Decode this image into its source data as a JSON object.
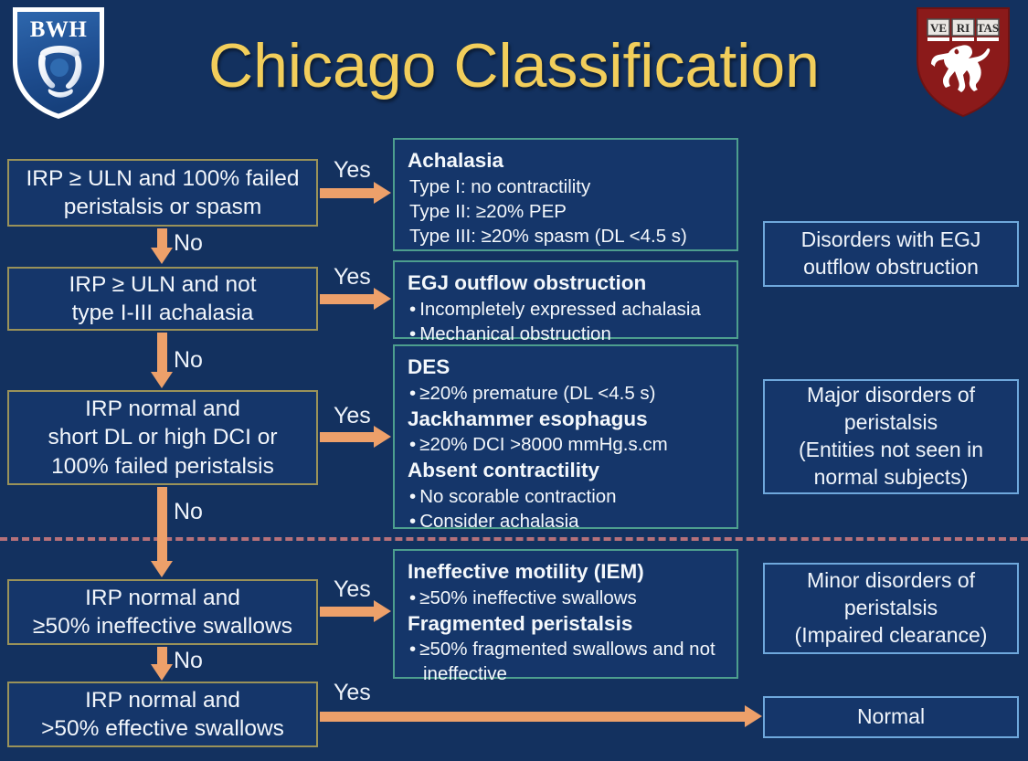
{
  "page": {
    "title": "Chicago Classification",
    "background_color": "#13315f",
    "title_color": "#f2ce5b"
  },
  "logos": {
    "left": {
      "name": "bwh-logo",
      "text": "BWH"
    },
    "right": {
      "name": "harvard-medical-school-shield",
      "motto": [
        "VE",
        "RI",
        "TAS"
      ]
    }
  },
  "decisions": [
    {
      "id": "d1",
      "lines": [
        "IRP ≥ ULN and 100% failed",
        "peristalsis or spasm"
      ]
    },
    {
      "id": "d2",
      "lines": [
        "IRP ≥ ULN and not",
        "type I-III achalasia"
      ]
    },
    {
      "id": "d3",
      "lines": [
        "IRP normal and",
        "short DL or high DCI or",
        "100% failed peristalsis"
      ]
    },
    {
      "id": "d4",
      "lines": [
        "IRP normal and",
        "≥50% ineffective swallows"
      ]
    },
    {
      "id": "d5",
      "lines": [
        "IRP normal and",
        ">50% effective swallows"
      ]
    }
  ],
  "edge_labels": {
    "yes": "Yes",
    "no": "No"
  },
  "details": [
    {
      "id": "achalasia",
      "items": [
        {
          "type": "heading",
          "text": "Achalasia"
        },
        {
          "type": "plain",
          "text": "Type I: no contractility"
        },
        {
          "type": "plain",
          "text": "Type II: ≥20% PEP"
        },
        {
          "type": "plain",
          "text": "Type III: ≥20% spasm (DL <4.5 s)"
        }
      ]
    },
    {
      "id": "egj-outflow-obstruction",
      "items": [
        {
          "type": "heading",
          "text": "EGJ outflow obstruction"
        },
        {
          "type": "bullet",
          "text": "Incompletely expressed achalasia"
        },
        {
          "type": "bullet",
          "text": "Mechanical obstruction"
        }
      ]
    },
    {
      "id": "major-disorders",
      "items": [
        {
          "type": "heading",
          "text": "DES"
        },
        {
          "type": "bullet",
          "text": "≥20% premature (DL <4.5 s)"
        },
        {
          "type": "heading",
          "text": "Jackhammer esophagus"
        },
        {
          "type": "bullet",
          "text": "≥20% DCI >8000 mmHg.s.cm"
        },
        {
          "type": "heading",
          "text": "Absent contractility"
        },
        {
          "type": "bullet",
          "text": "No scorable contraction"
        },
        {
          "type": "bullet",
          "text": "Consider achalasia"
        }
      ]
    },
    {
      "id": "minor-disorders",
      "items": [
        {
          "type": "heading",
          "text": "Ineffective motility (IEM)"
        },
        {
          "type": "bullet",
          "text": "≥50% ineffective swallows"
        },
        {
          "type": "heading",
          "text": "Fragmented peristalsis"
        },
        {
          "type": "bullet",
          "text": "≥50% fragmented swallows and not"
        },
        {
          "type": "continuation",
          "text": "ineffective"
        }
      ]
    }
  ],
  "categories": [
    {
      "id": "cat-egj",
      "lines": [
        "Disorders with EGJ",
        "outflow obstruction"
      ]
    },
    {
      "id": "cat-major",
      "lines": [
        "Major disorders of",
        "peristalsis",
        "(Entities not seen in",
        "normal subjects)"
      ]
    },
    {
      "id": "cat-minor",
      "lines": [
        "Minor disorders of",
        "peristalsis",
        "(Impaired clearance)"
      ]
    },
    {
      "id": "cat-normal",
      "lines": [
        "Normal"
      ]
    }
  ],
  "colors": {
    "arrow": "#eda06a",
    "decision_border": "#9a9259",
    "detail_border": "#4d9e8e",
    "category_border": "#6fa8dc",
    "divider": "#b5717a"
  }
}
